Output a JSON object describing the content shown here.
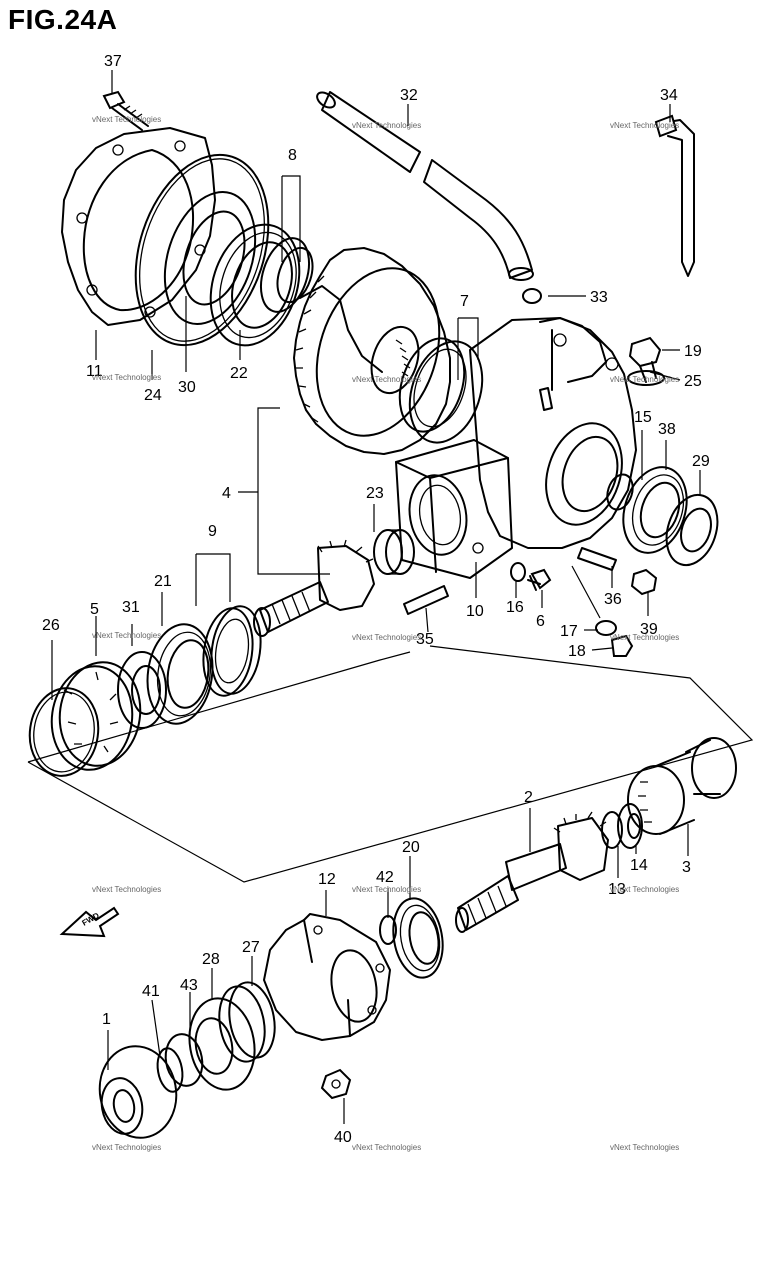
{
  "figure": {
    "title": "FIG.24A"
  },
  "watermark": "vNext Technologies",
  "direction_tag": "FWD",
  "labels": [
    {
      "id": "37",
      "text": "37"
    },
    {
      "id": "32",
      "text": "32"
    },
    {
      "id": "34",
      "text": "34"
    },
    {
      "id": "8",
      "text": "8"
    },
    {
      "id": "33",
      "text": "33"
    },
    {
      "id": "7",
      "text": "7"
    },
    {
      "id": "19",
      "text": "19"
    },
    {
      "id": "25",
      "text": "25"
    },
    {
      "id": "11",
      "text": "11"
    },
    {
      "id": "24",
      "text": "24"
    },
    {
      "id": "30",
      "text": "30"
    },
    {
      "id": "22",
      "text": "22"
    },
    {
      "id": "15",
      "text": "15"
    },
    {
      "id": "38",
      "text": "38"
    },
    {
      "id": "29",
      "text": "29"
    },
    {
      "id": "4",
      "text": "4"
    },
    {
      "id": "23",
      "text": "23"
    },
    {
      "id": "9",
      "text": "9"
    },
    {
      "id": "21",
      "text": "21"
    },
    {
      "id": "5",
      "text": "5"
    },
    {
      "id": "31",
      "text": "31"
    },
    {
      "id": "26",
      "text": "26"
    },
    {
      "id": "10",
      "text": "10"
    },
    {
      "id": "16",
      "text": "16"
    },
    {
      "id": "6",
      "text": "6"
    },
    {
      "id": "36",
      "text": "36"
    },
    {
      "id": "35",
      "text": "35"
    },
    {
      "id": "39",
      "text": "39"
    },
    {
      "id": "17",
      "text": "17"
    },
    {
      "id": "18",
      "text": "18"
    },
    {
      "id": "2",
      "text": "2"
    },
    {
      "id": "14",
      "text": "14"
    },
    {
      "id": "3",
      "text": "3"
    },
    {
      "id": "13",
      "text": "13"
    },
    {
      "id": "12",
      "text": "12"
    },
    {
      "id": "42",
      "text": "42"
    },
    {
      "id": "20",
      "text": "20"
    },
    {
      "id": "27",
      "text": "27"
    },
    {
      "id": "28",
      "text": "28"
    },
    {
      "id": "43",
      "text": "43"
    },
    {
      "id": "41",
      "text": "41"
    },
    {
      "id": "1",
      "text": "1"
    },
    {
      "id": "40",
      "text": "40"
    }
  ]
}
